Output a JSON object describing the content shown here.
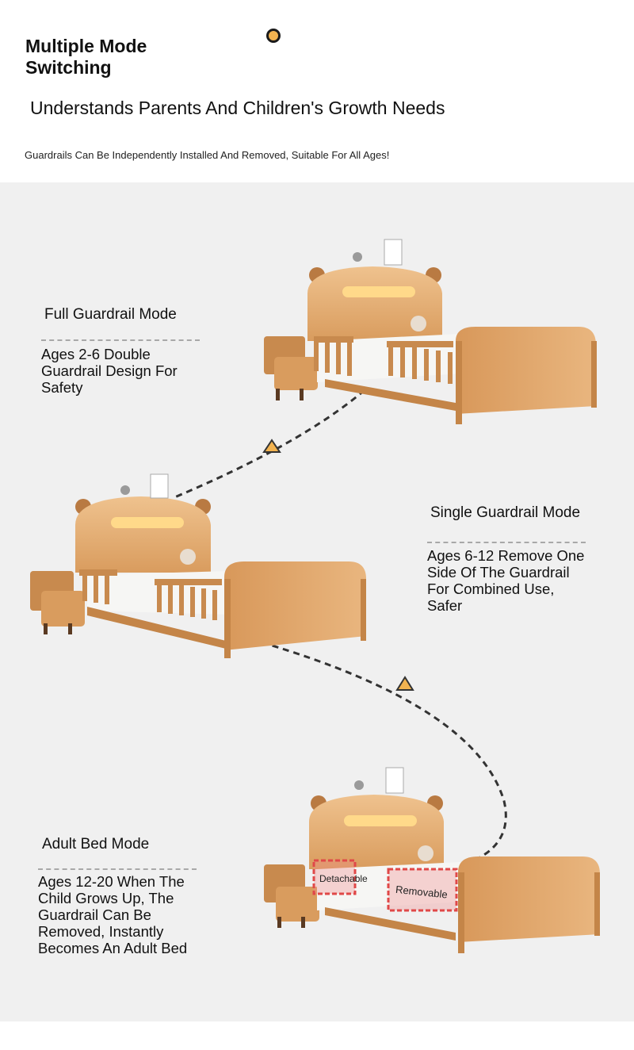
{
  "header": {
    "title": "Multiple Mode Switching",
    "subtitle": "Understands Parents And Children's Growth Needs",
    "tagline": "Guardrails Can Be Independently Installed And Removed, Suitable For All Ages!",
    "accent_color": "#f2b350"
  },
  "modes": [
    {
      "label": "Full Guardrail Mode",
      "description": "Ages 2-6 Double Guardrail Design For Safety"
    },
    {
      "label": "Single Guardrail Mode",
      "description": "Ages 6-12 Remove One Side Of The Guardrail For Combined Use, Safer"
    },
    {
      "label": "Adult Bed Mode",
      "description": "Ages 12-20 When The Child Grows Up, The Guardrail Can Be Removed, Instantly Becomes An Adult Bed"
    }
  ],
  "callouts": {
    "detachable": "Detachable",
    "removable": "Removable"
  },
  "colors": {
    "wood_light": "#e7b47c",
    "wood_dark": "#b97a42",
    "panel_bg": "#f0f0f0",
    "arrow": "#f2b350",
    "highlight_red": "#e04848"
  }
}
